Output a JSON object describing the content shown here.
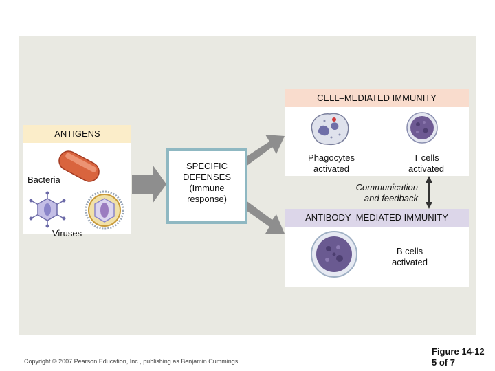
{
  "antigens": {
    "title": "ANTIGENS",
    "bacteria_label": "Bacteria",
    "viruses_label": "Viruses"
  },
  "specific_defenses": {
    "lines": [
      "SPECIFIC",
      "DEFENSES",
      "(Immune",
      "response)"
    ]
  },
  "cell_mediated": {
    "title": "CELL–MEDIATED IMMUNITY",
    "phagocytes": [
      "Phagocytes",
      "activated"
    ],
    "tcells": [
      "T cells",
      "activated"
    ]
  },
  "communication": [
    "Communication",
    "and feedback"
  ],
  "antibody_mediated": {
    "title": "ANTIBODY–MEDIATED IMMUNITY",
    "bcells": [
      "B cells",
      "activated"
    ]
  },
  "footer": {
    "copyright": "Copyright © 2007 Pearson Education, Inc., publishing as Benjamin Cummings",
    "figure": [
      "Figure 14-12",
      "5 of 7"
    ]
  },
  "colors": {
    "panel_bg": "#e9e9e2",
    "antigens_header": "#fbedc9",
    "cell_mediated_header": "#f9dccd",
    "antibody_mediated_header": "#dcd6e9",
    "specific_border": "#8fb8c2",
    "arrow_gray": "#8e8e8e"
  }
}
